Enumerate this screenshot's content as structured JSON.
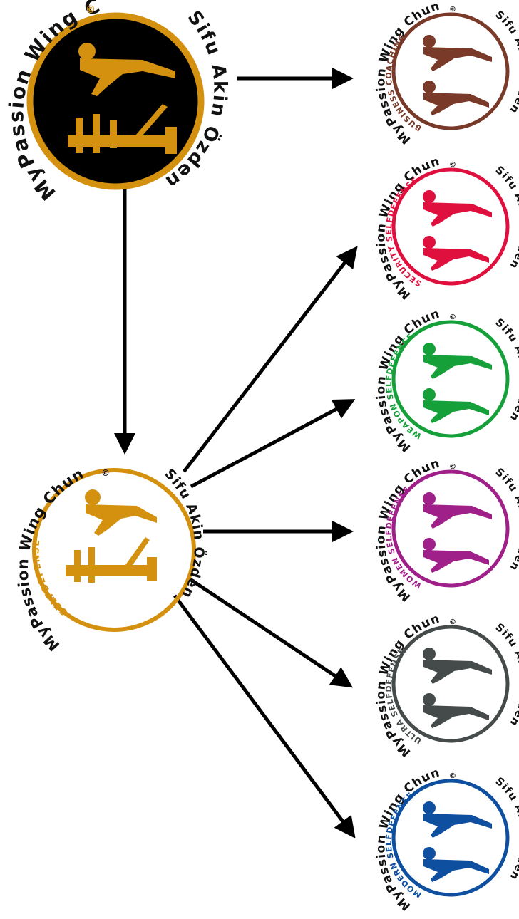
{
  "brand": {
    "name": "MyPassion Wing Chun",
    "copyright": "©",
    "author": "Sifu Akin Özden"
  },
  "main_logo": {
    "circle_color": "#d4910f",
    "fill": "#000000"
  },
  "hub_logo": {
    "color": "#d4910f",
    "label": "SELFDEFENSE"
  },
  "branches": [
    {
      "id": "business-coaching",
      "label": "BUSINESS COACHING",
      "color": "#7a3a2a"
    },
    {
      "id": "security-selfdefense",
      "label": "SECURITY SELFDEFENSE",
      "color": "#e0103e"
    },
    {
      "id": "weapon-selfdefense",
      "label": "WEAPON SELFDEFENSE",
      "color": "#16a03a"
    },
    {
      "id": "women-selfdefense",
      "label": "WOMEN SELFDEFENSE",
      "color": "#a0208a"
    },
    {
      "id": "ultra-selfdefense",
      "label": "ULTRA SELFDEFENSE",
      "color": "#454a4a"
    },
    {
      "id": "modern-selfdefense",
      "label": "MODERN SELFDEFENSE",
      "color": "#0f4fa0"
    }
  ]
}
